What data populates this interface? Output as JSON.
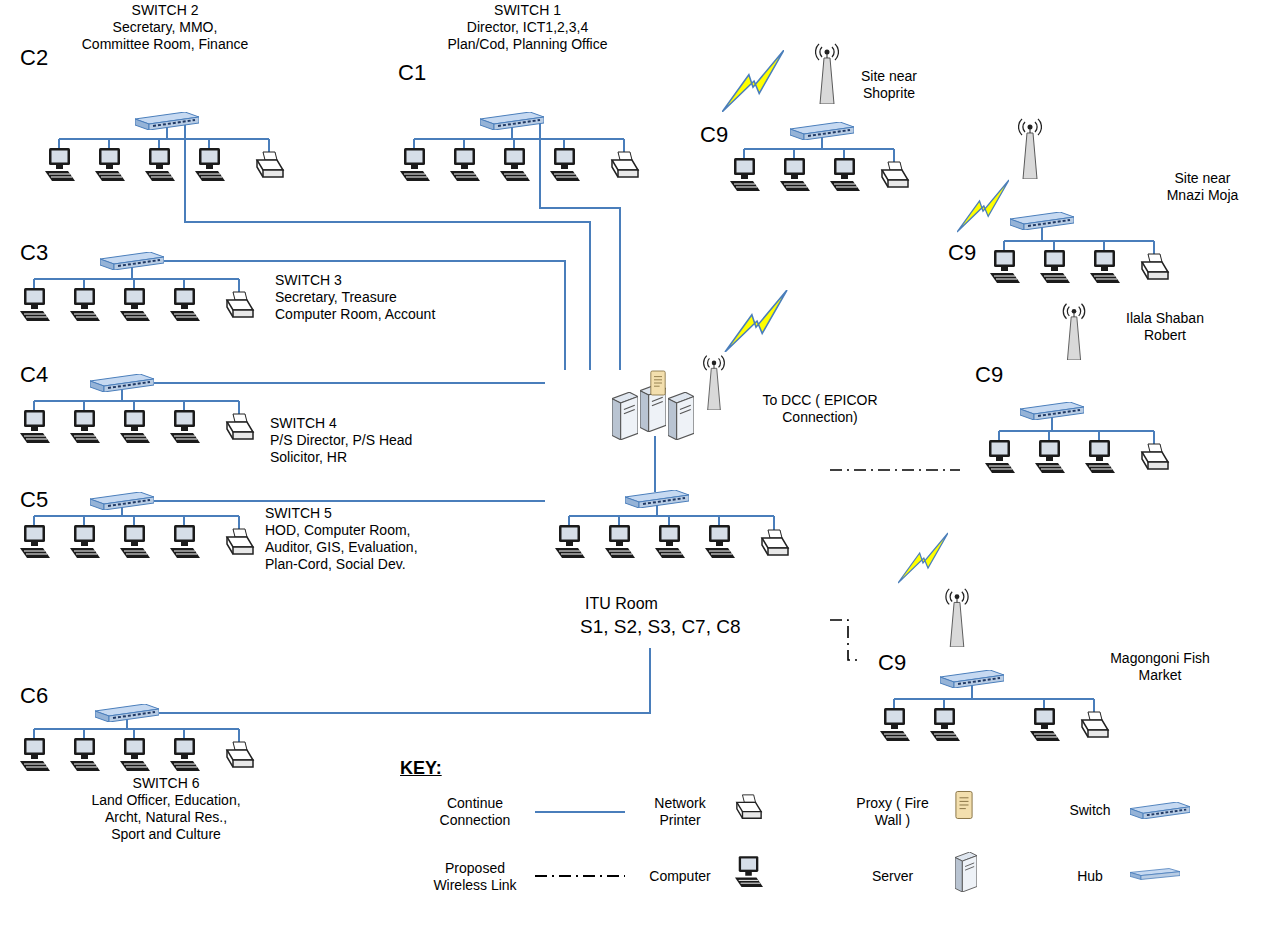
{
  "diagram": {
    "nodes": [
      {
        "text": [
          "C2",
          "SWITCH 2",
          "Secretary, MMO, Committee Room, Finance"
        ]
      },
      {
        "text": [
          "C1",
          "SWITCH 1",
          "Director, ICT1,2,3,4 Plan/Cod, Planning Office"
        ]
      },
      {
        "text": [
          "C9",
          "Site near Shoprite"
        ]
      },
      {
        "text": [
          "C9",
          "Site near Mnazi Moja"
        ]
      },
      {
        "text": [
          "C3",
          "SWITCH 3",
          "Secretary, Treasure Computer Room, Account"
        ]
      },
      {
        "text": [
          "C4",
          "SWITCH 4",
          "P/S Director, P/S Head Solicitor, HR"
        ]
      },
      {
        "text": [
          "C9",
          "Ilala Shaban Robert"
        ]
      },
      {
        "text": [
          "C5",
          "SWITCH 5",
          "HOD, Computer Room, Auditor, GIS, Evaluation, Plan-Cord, Social Dev."
        ]
      },
      {
        "text": [
          "ITU Room",
          "S1, S2, S3, C7, C8"
        ]
      },
      {
        "text": [
          "C9",
          "Magongoni Fish Market"
        ]
      },
      {
        "text": [
          "C6",
          "SWITCH 6",
          "Land Officer, Education, Archt, Natural Res., Sport and Culture"
        ]
      }
    ],
    "edges": [
      {
        "from": 0,
        "to": 8,
        "arrow": "none"
      },
      {
        "from": 1,
        "to": 8,
        "arrow": "none"
      },
      {
        "from": 4,
        "to": 8,
        "arrow": "none"
      },
      {
        "from": 5,
        "to": 8,
        "arrow": "none"
      },
      {
        "from": 7,
        "to": 8,
        "arrow": "none"
      },
      {
        "from": 10,
        "to": 8,
        "arrow": "none"
      },
      {
        "from": 8,
        "to": 6,
        "arrow": "none"
      },
      {
        "from": 8,
        "to": 9,
        "arrow": "none"
      }
    ],
    "labels": [
      "To DCC ( EPICOR Connection)",
      "KEY:"
    ],
    "legend": [
      {
        "text": "Continue Connection"
      },
      {
        "text": "Network Printer"
      },
      {
        "text": "Proxy ( Fire Wall )"
      },
      {
        "text": "Switch"
      },
      {
        "text": "Proposed Wireless Link"
      },
      {
        "text": "Computer"
      },
      {
        "text": "Server"
      },
      {
        "text": "Hub"
      }
    ]
  }
}
